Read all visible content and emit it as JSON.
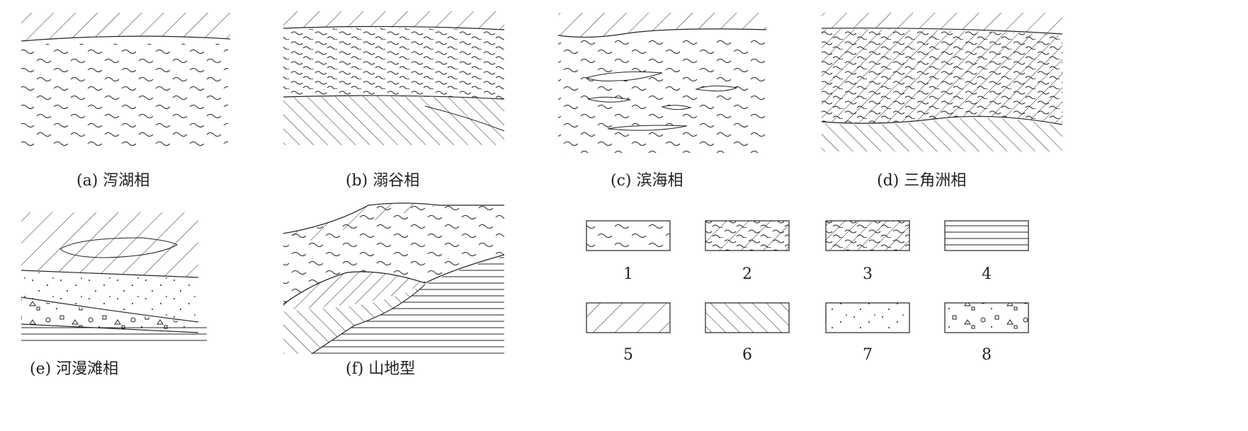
{
  "panels": [
    {
      "id": "a",
      "caption": "(a) 泻湖相"
    },
    {
      "id": "b",
      "caption": "(b) 溺谷相"
    },
    {
      "id": "c",
      "caption": "(c) 滨海相"
    },
    {
      "id": "d",
      "caption": "(d) 三角洲相"
    },
    {
      "id": "e",
      "caption": "(e) 河漫滩相"
    },
    {
      "id": "f",
      "caption": "(f) 山地型"
    }
  ],
  "legend": [
    {
      "number": "1",
      "pattern": "waves"
    },
    {
      "number": "2",
      "pattern": "waves-hatch-cross"
    },
    {
      "number": "3",
      "pattern": "waves-hatch-dense"
    },
    {
      "number": "4",
      "pattern": "horizontal-lines"
    },
    {
      "number": "5",
      "pattern": "diagonal-forward"
    },
    {
      "number": "6",
      "pattern": "diagonal-back"
    },
    {
      "number": "7",
      "pattern": "dots"
    },
    {
      "number": "8",
      "pattern": "gravel"
    }
  ],
  "colors": {
    "ink": "#222222",
    "background": "#ffffff"
  }
}
